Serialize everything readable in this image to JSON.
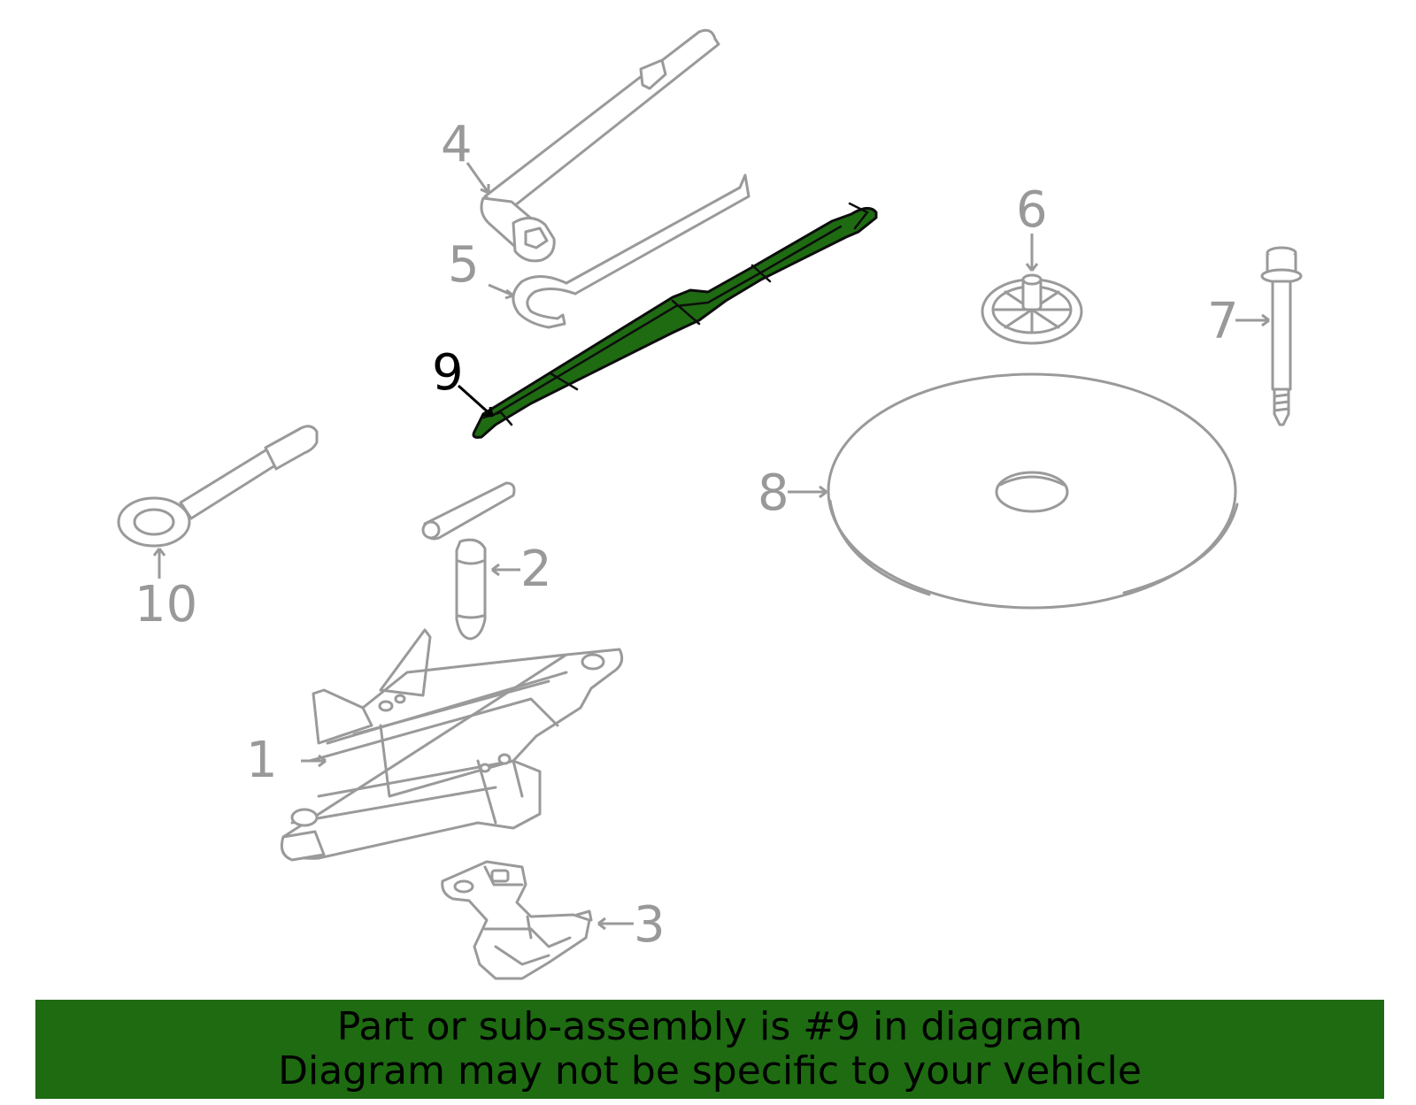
{
  "callouts": {
    "c1": "1",
    "c2": "2",
    "c3": "3",
    "c4": "4",
    "c5": "5",
    "c6": "6",
    "c7": "7",
    "c8": "8",
    "c9": "9",
    "c10": "10"
  },
  "highlighted_part": "9",
  "colors": {
    "highlight": "#1e6b12",
    "part_outline": "#9a9a9a",
    "banner": "#1e6b12"
  },
  "banner": {
    "line1": "Part or sub-assembly is #9 in diagram",
    "line2": "Diagram may not be specific to your vehicle"
  }
}
